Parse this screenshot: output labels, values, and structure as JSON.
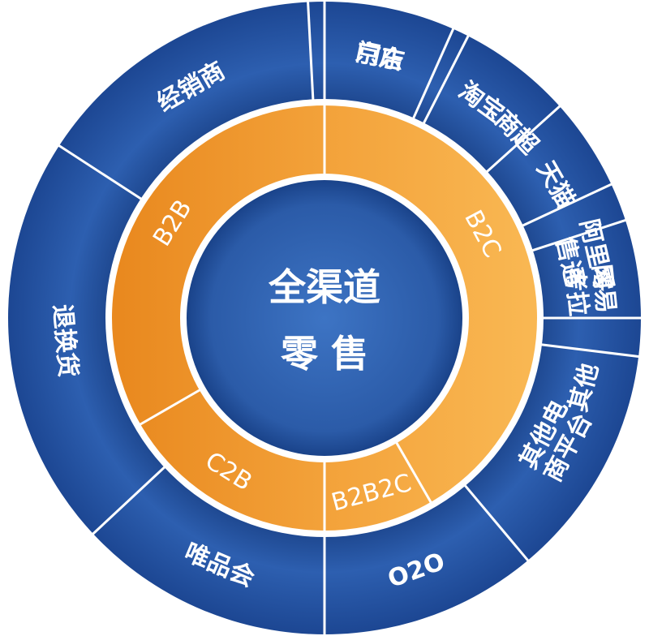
{
  "center": {
    "line1": "全渠道",
    "line2": "零 售"
  },
  "middle_ring": [
    {
      "label": "B2C"
    },
    {
      "label": "B2B2C"
    },
    {
      "label": "C2B"
    },
    {
      "label": "B2B"
    }
  ],
  "outer_ring": [
    {
      "lines": [
        "京东"
      ]
    },
    {
      "lines": [
        "淘宝"
      ]
    },
    {
      "lines": [
        "天猫"
      ]
    },
    {
      "lines": [
        "网易",
        "考拉"
      ]
    },
    {
      "lines": [
        "其他电",
        "商平台"
      ]
    },
    {
      "lines": [
        "O2O"
      ]
    },
    {
      "lines": [
        "唯品会"
      ]
    },
    {
      "lines": [
        "退换货"
      ]
    },
    {
      "lines": [
        "经销商"
      ]
    },
    {
      "lines": [
        "门店"
      ]
    },
    {
      "lines": [
        "商超"
      ]
    },
    {
      "lines": [
        "阿里零",
        "售通"
      ]
    },
    {
      "lines": [
        "其他"
      ]
    }
  ],
  "colors": {
    "blue_light": "#3a6fc0",
    "blue_dark": "#14387a",
    "orange_light": "#f9b451",
    "orange_dark": "#e27d1c",
    "divider": "#ffffff"
  }
}
